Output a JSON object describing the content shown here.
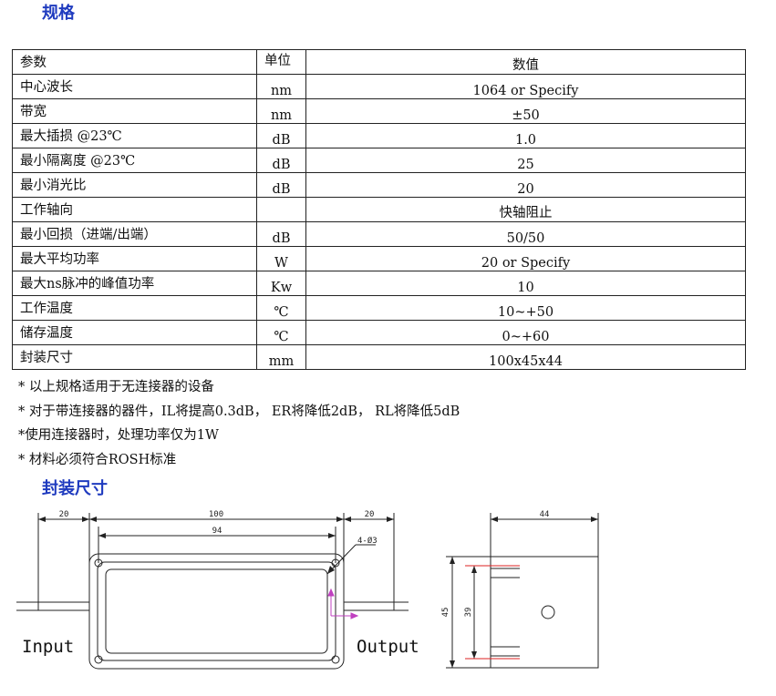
{
  "specs": {
    "title": "规格",
    "headers": [
      "参数",
      "单位",
      "数值"
    ],
    "rows": [
      {
        "param": "中心波长",
        "unit": "nm",
        "value": "1064 or Specify"
      },
      {
        "param": "带宽",
        "unit": "nm",
        "value": "±50"
      },
      {
        "param": "最大插损 @23℃",
        "unit": "dB",
        "value": "1.0"
      },
      {
        "param": "最小隔离度 @23℃",
        "unit": "dB",
        "value": "25"
      },
      {
        "param": "最小消光比",
        "unit": "dB",
        "value": "20"
      },
      {
        "param": "工作轴向",
        "unit": "",
        "value": "快轴阻止"
      },
      {
        "param": "最小回损（进端/出端）",
        "unit": "dB",
        "value": "50/50"
      },
      {
        "param": "最大平均功率",
        "unit": "W",
        "value": "20 or Specify"
      },
      {
        "param": "最大ns脉冲的峰值功率",
        "unit": "Kw",
        "value": "10"
      },
      {
        "param": "工作温度",
        "unit": "℃",
        "value": "10~+50"
      },
      {
        "param": "储存温度",
        "unit": "℃",
        "value": "0~+60"
      },
      {
        "param": "封装尺寸",
        "unit": "mm",
        "value": "100x45x44"
      }
    ]
  },
  "notes": [
    "* 以上规格适用于无连接器的设备",
    "* 对于带连接器的器件，IL将提高0.3dB， ER将降低2dB， RL将降低5dB",
    "*使用连接器时，处理功率仅为1W",
    "* 材料必须符合ROSH标准"
  ],
  "package": {
    "title": "封装尺寸",
    "dims": {
      "left_pigtail": "20",
      "body_length": "100",
      "right_pigtail": "20",
      "hole_spacing": "94",
      "holes": "4-Ø3",
      "side_width": "44",
      "height": "45",
      "hole_height": "39"
    },
    "input_label": "Input",
    "output_label": "Output"
  }
}
